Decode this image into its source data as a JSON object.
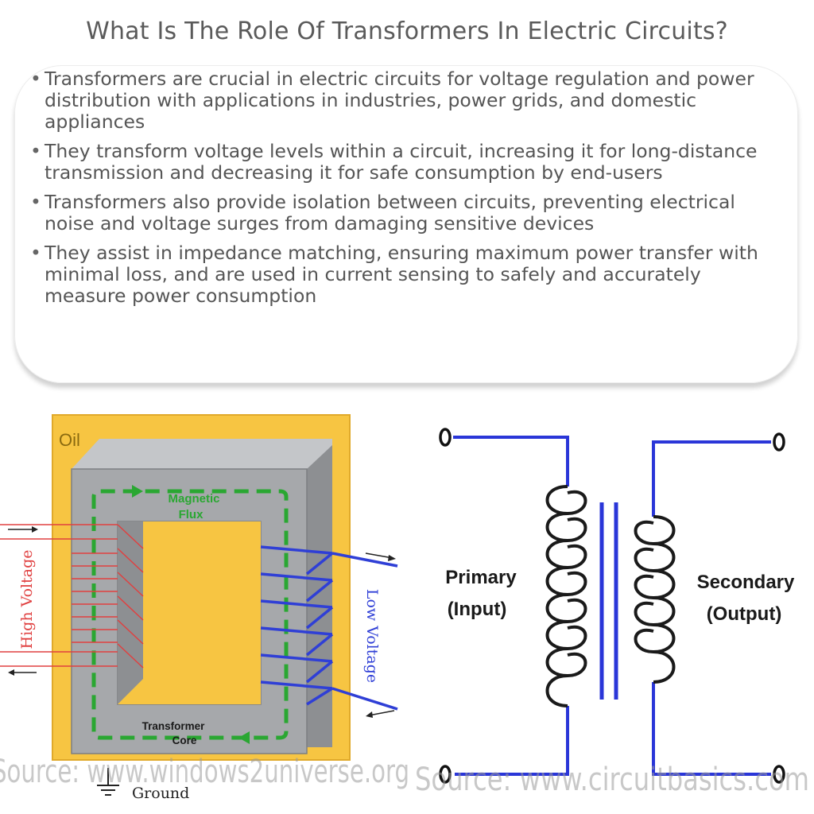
{
  "title": "What Is The Role Of Transformers In Electric Circuits?",
  "bullets": [
    "Transformers are crucial in electric circuits for voltage regulation and power distribution with applications in industries, power grids, and domestic appliances",
    "They transform voltage levels within a circuit, increasing it for long-distance transmission and decreasing it for safe consumption by end-users",
    "Transformers also provide isolation between circuits, preventing electrical noise and voltage surges from damaging sensitive devices",
    "They assist in impedance matching, ensuring maximum power transfer with minimal loss, and are used in current sensing to safely and accurately measure power consumption"
  ],
  "left_diagram": {
    "oil": "Oil",
    "flux_line1": "Magnetic",
    "flux_line2": "Flux",
    "high_voltage": "High Voltage",
    "low_voltage": "Low Voltage",
    "core_line1": "Transformer",
    "core_line2": "Core",
    "ground": "Ground",
    "watermark": "Source: www.windows2universe.org"
  },
  "right_diagram": {
    "primary_line1": "Primary",
    "primary_line2": "(Input)",
    "secondary_line1": "Secondary",
    "secondary_line2": "(Output)",
    "watermark": "Source: www.circuitbasics.com"
  },
  "colors": {
    "oil": "#f7c542",
    "core": "#a6a8ab",
    "flux": "#2aa732",
    "primary_wire": "#e04040",
    "secondary_wire": "#2f3fd6",
    "schematic_wire": "#2a36d8",
    "schematic_coil": "#1a1a1a"
  }
}
